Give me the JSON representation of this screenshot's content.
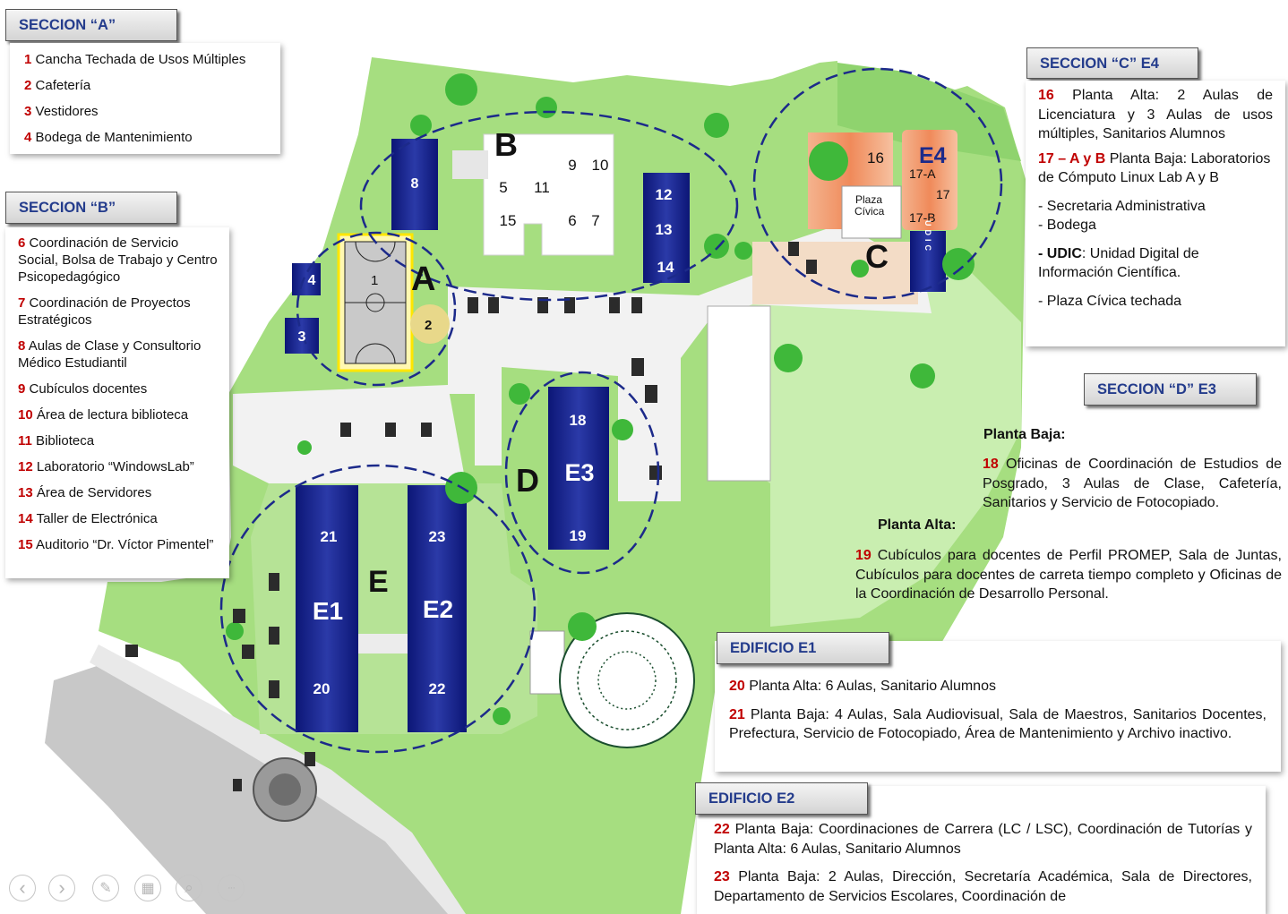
{
  "map": {
    "zones": {
      "A": "A",
      "B": "B",
      "C": "C",
      "D": "D",
      "E": "E"
    },
    "buildings": {
      "b8": "8",
      "b12": "12",
      "b13": "13",
      "b14": "14",
      "b4": "4",
      "b3": "3",
      "b18": "18",
      "b19": "19",
      "e3": "E3",
      "b21": "21",
      "b20": "20",
      "e1": "E1",
      "b23": "23",
      "b22": "22",
      "e2": "E2"
    },
    "block_b_numbers": {
      "n9": "9",
      "n10": "10",
      "n5": "5",
      "n11": "11",
      "n15": "15",
      "n6": "6",
      "n7": "7"
    },
    "court": {
      "n1": "1",
      "n2": "2"
    },
    "section_c": {
      "n16": "16",
      "e4": "E4",
      "n17a": "17-A",
      "n17": "17",
      "n17b": "17-B",
      "plaza_1": "Plaza",
      "plaza_2": "Cívica",
      "udic": "UDIC"
    }
  },
  "section_a": {
    "title": "SECCION “A”",
    "items": [
      {
        "num": "1",
        "text": "Cancha Techada de Usos Múltiples"
      },
      {
        "num": "2",
        "text": "Cafetería"
      },
      {
        "num": "3",
        "text": "Vestidores"
      },
      {
        "num": "4",
        "text": "Bodega de Mantenimiento"
      }
    ]
  },
  "section_b": {
    "title": "SECCION “B”",
    "items": [
      {
        "num": "6",
        "text": "Coordinación de Servicio Social, Bolsa de Trabajo y Centro Psicopedagógico"
      },
      {
        "num": "7",
        "text": "Coordinación de Proyectos Estratégicos"
      },
      {
        "num": "8",
        "text": "Aulas de Clase y Consultorio Médico Estudiantil"
      },
      {
        "num": "9",
        "text": "Cubículos docentes"
      },
      {
        "num": "10",
        "text": "Área de lectura biblioteca"
      },
      {
        "num": "11",
        "text": "Biblioteca"
      },
      {
        "num": "12",
        "text": "Laboratorio “WindowsLab”"
      },
      {
        "num": "13",
        "text": "Área de  Servidores"
      },
      {
        "num": "14",
        "text": "Taller de Electrónica"
      },
      {
        "num": "15",
        "text": "Auditorio “Dr. Víctor Pimentel”"
      }
    ]
  },
  "section_c": {
    "title": "SECCION “C”  E4",
    "i16_num": "16",
    "i16_text": "Planta Alta: 2 Aulas de Licenciatura  y 3 Aulas de usos múltiples, Sanitarios Alumnos",
    "i17_num": "17 – A y B",
    "i17_text": "Planta Baja: Laboratorios de Cómputo Linux Lab A y B",
    "line_secretaria": "- Secretaria Administrativa",
    "line_bodega": "- Bodega",
    "udic_dash": "- ",
    "udic_label": "UDIC",
    "udic_text": ": Unidad Digital de Información Científica.",
    "line_plaza": "- Plaza Cívica techada"
  },
  "section_d": {
    "title": "SECCION  “D”  E3",
    "planta_baja": "Planta Baja:",
    "i18_num": "18",
    "i18_text": "Oficinas de Coordinación de Estudios de Posgrado, 3 Aulas de Clase, Cafetería, Sanitarios y Servicio de Fotocopiado.",
    "planta_alta": "Planta Alta:",
    "i19_num": "19",
    "i19_text": "Cubículos para docentes de Perfil PROMEP, Sala de Juntas, Cubículos para docentes de carreta tiempo completo y Oficinas de la Coordinación de Desarrollo Personal."
  },
  "edificio_e1": {
    "title": "EDIFICIO  E1",
    "i20_num": "20",
    "i20_text": "Planta Alta: 6 Aulas, Sanitario Alumnos",
    "i21_num": "21",
    "i21_text": "Planta Baja: 4 Aulas, Sala Audiovisual, Sala de Maestros, Sanitarios Docentes, Prefectura, Servicio de Fotocopiado, Área de Mantenimiento y Archivo inactivo."
  },
  "edificio_e2": {
    "title": "EDIFICIO  E2",
    "i22_num": "22",
    "i22_text": "Planta Baja: Coordinaciones de Carrera (LC / LSC), Coordinación de Tutorías y Planta Alta: 6 Aulas, Sanitario Alumnos",
    "i23_num": "23",
    "i23_text": "Planta Baja: 2 Aulas, Dirección, Secretaría Académica, Sala de Directores, Departamento de Servicios Escolares, Coordinación de"
  },
  "nav": {
    "prev": "‹",
    "next": "›",
    "pen": "✎",
    "grid": "▦",
    "zoom": "⌕",
    "more": "···"
  }
}
